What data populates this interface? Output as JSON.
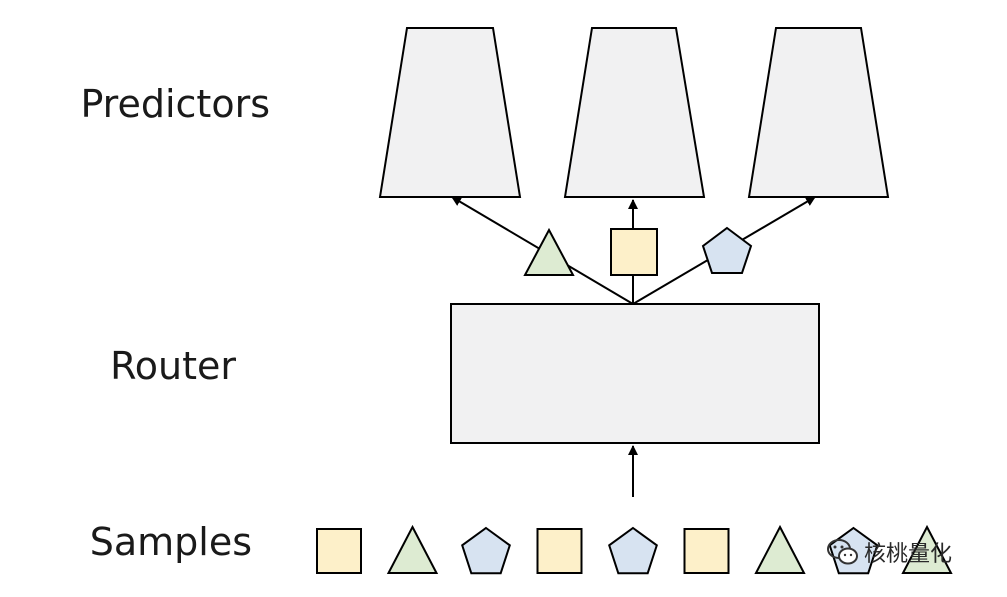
{
  "labels": {
    "predictors": "Predictors",
    "router": "Router",
    "samples": "Samples"
  },
  "watermark": {
    "text": "核桃量化",
    "icon": "wechat-icon"
  },
  "colors": {
    "box_fill": "#f1f1f2",
    "stroke": "#000000",
    "square_fill": "#fdf0c9",
    "triangle_fill": "#ddebd2",
    "pentagon_fill": "#d7e3f1"
  },
  "routed_shapes": [
    "triangle",
    "square",
    "pentagon"
  ],
  "sample_sequence": [
    "square",
    "triangle",
    "pentagon",
    "square",
    "pentagon",
    "square",
    "triangle",
    "pentagon",
    "triangle"
  ]
}
